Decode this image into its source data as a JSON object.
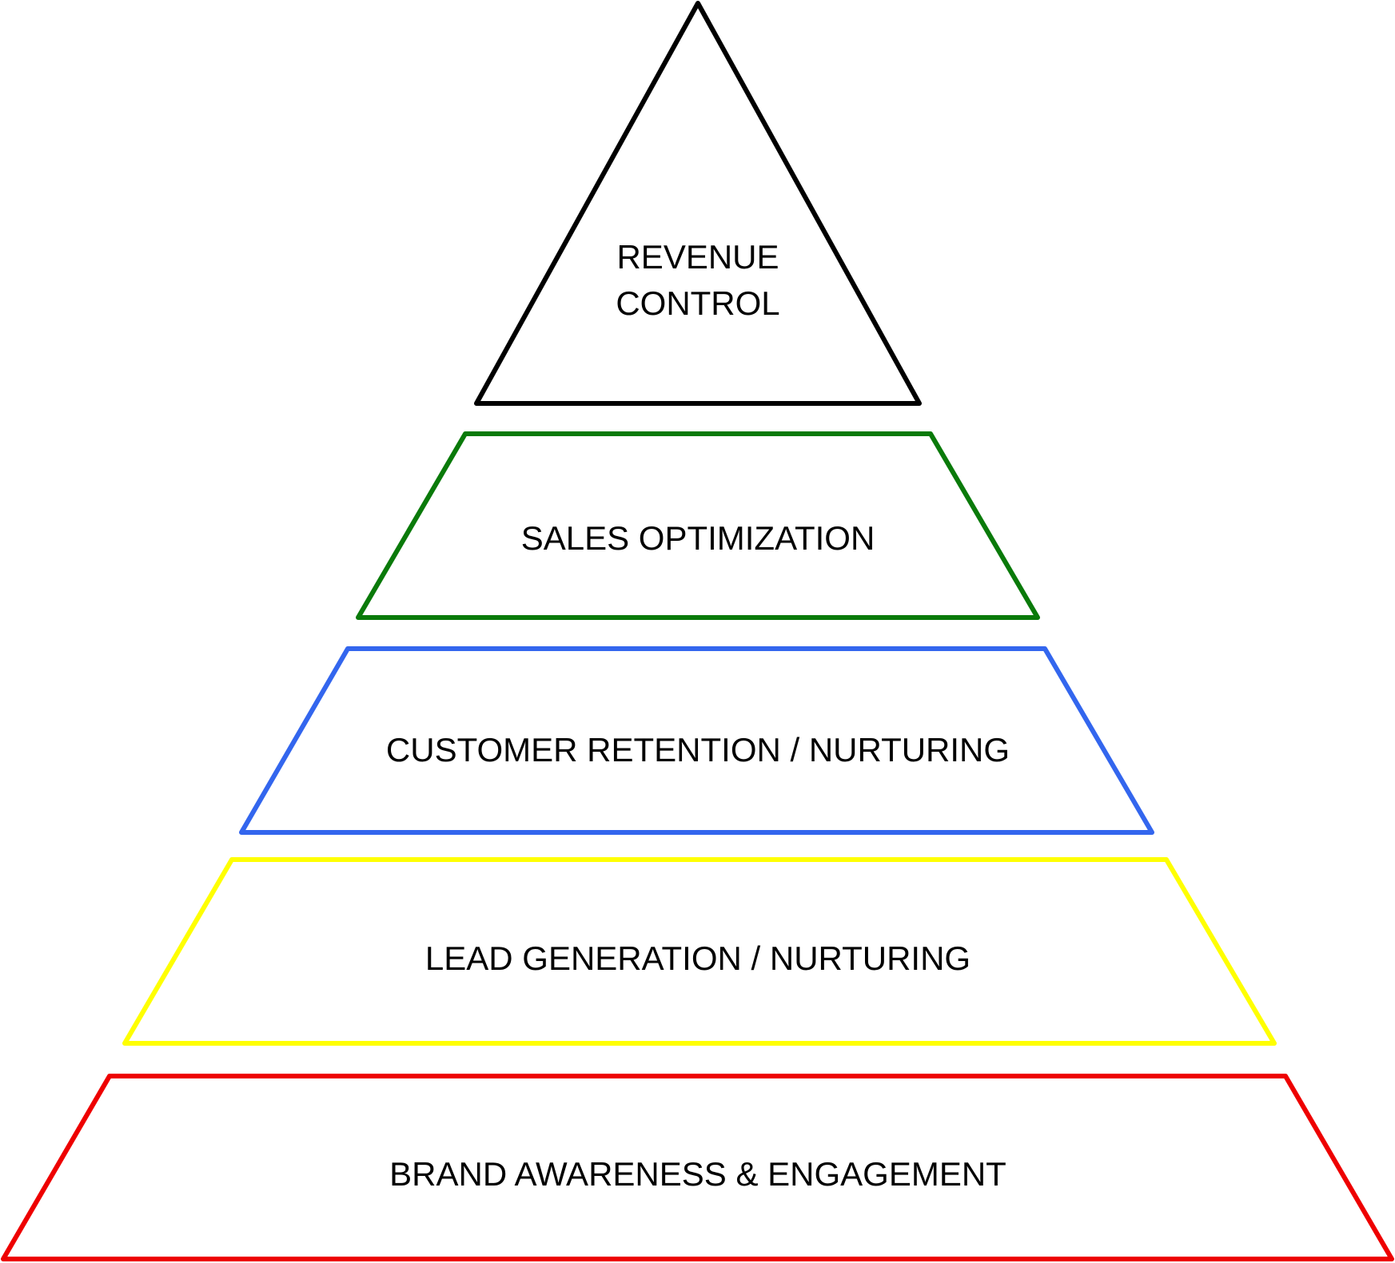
{
  "pyramid": {
    "tiers": [
      {
        "id": "revenue-control",
        "label_lines": [
          "REVENUE",
          "CONTROL"
        ],
        "stroke_color": "#000000"
      },
      {
        "id": "sales-optimization",
        "label_lines": [
          "SALES OPTIMIZATION"
        ],
        "stroke_color": "#0a7a0a"
      },
      {
        "id": "customer-retention",
        "label_lines": [
          "CUSTOMER RETENTION / NURTURING"
        ],
        "stroke_color": "#3366ee"
      },
      {
        "id": "lead-generation",
        "label_lines": [
          "LEAD GENERATION / NURTURING"
        ],
        "stroke_color": "#ffff00"
      },
      {
        "id": "brand-awareness",
        "label_lines": [
          "BRAND AWARENESS & ENGAGEMENT"
        ],
        "stroke_color": "#ee0000"
      }
    ]
  }
}
